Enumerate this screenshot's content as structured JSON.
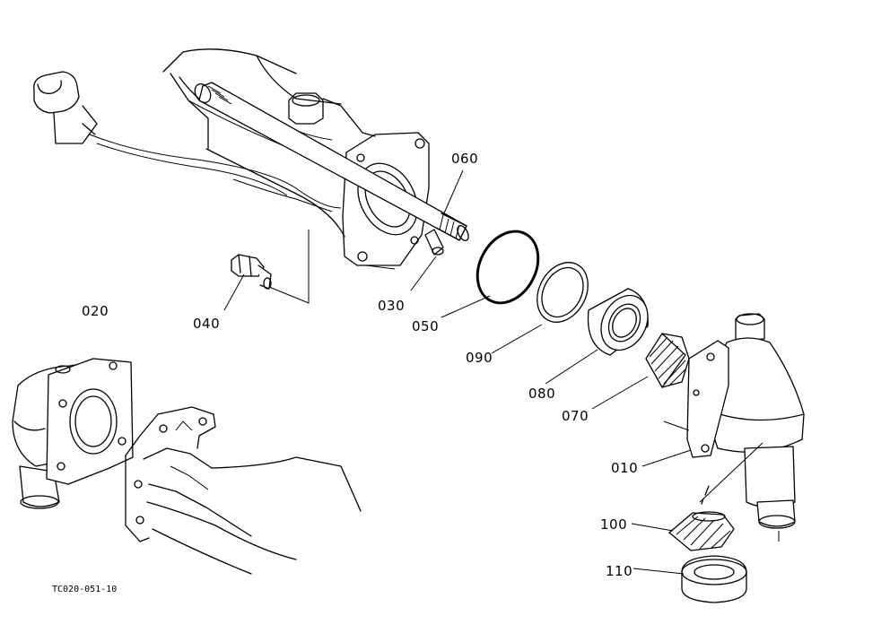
{
  "diagram": {
    "parts": [
      {
        "key": "p060",
        "number": "060",
        "name": "axle-shaft"
      },
      {
        "key": "p030",
        "number": "030",
        "name": "pin"
      },
      {
        "key": "p040",
        "number": "040",
        "name": "plug-bolt"
      },
      {
        "key": "p050",
        "number": "050",
        "name": "o-ring"
      },
      {
        "key": "p090",
        "number": "090",
        "name": "snap-ring"
      },
      {
        "key": "p080",
        "number": "080",
        "name": "ball-bearing"
      },
      {
        "key": "p070",
        "number": "070",
        "name": "bevel-gear"
      },
      {
        "key": "p010",
        "number": "010",
        "name": "final-case"
      },
      {
        "key": "p100",
        "number": "100",
        "name": "bevel-gear-lower"
      },
      {
        "key": "p110",
        "number": "110",
        "name": "lower-bearing"
      },
      {
        "key": "p020",
        "number": "020",
        "name": "final-case-assembly"
      }
    ],
    "figure_code": "TC020-051-10",
    "colors": {
      "ink": "#000000",
      "paper": "#ffffff"
    }
  }
}
